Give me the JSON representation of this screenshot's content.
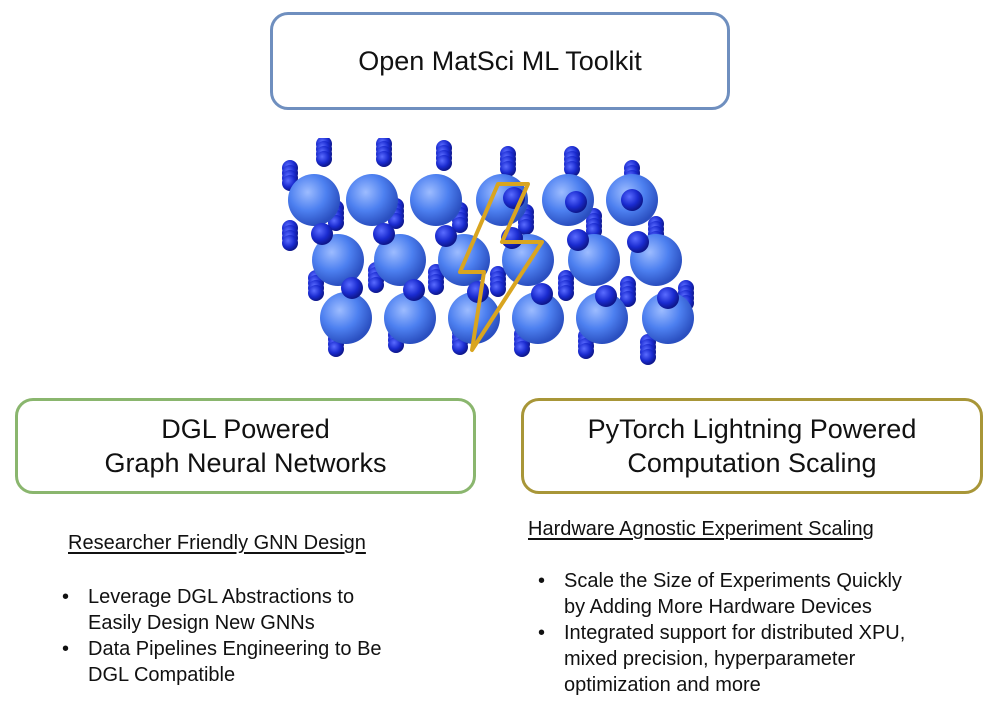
{
  "title": "Open MatSci ML Toolkit",
  "left_panel": {
    "title_line1": "DGL Powered",
    "title_line2": "Graph Neural Networks",
    "subheading": "Researcher Friendly GNN Design",
    "bullets": [
      {
        "line1": "Leverage DGL Abstractions to",
        "line2": "Easily Design New GNNs"
      },
      {
        "line1": "Data Pipelines Engineering to Be",
        "line2": "DGL Compatible"
      }
    ],
    "border_color": "#8ab66e"
  },
  "right_panel": {
    "title_line1": "PyTorch Lightning Powered",
    "title_line2": "Computation Scaling",
    "subheading": "Hardware Agnostic Experiment Scaling",
    "bullets": [
      {
        "line1": "Scale the Size of Experiments Quickly",
        "line2": "by Adding More Hardware Devices"
      },
      {
        "line1": "Integrated support for distributed XPU,",
        "line2": "mixed precision, hyperparameter",
        "line3": "optimization and more"
      }
    ],
    "border_color": "#a89638"
  },
  "graphic": {
    "description_icon": "crystal-lattice-icon",
    "bolt_icon": "lightning-bolt-icon",
    "atom_color": "#4d80f0",
    "atom_dark_color": "#1a2bd0",
    "bolt_color": "#d9a520"
  },
  "title_border_color": "#6f8fbf"
}
